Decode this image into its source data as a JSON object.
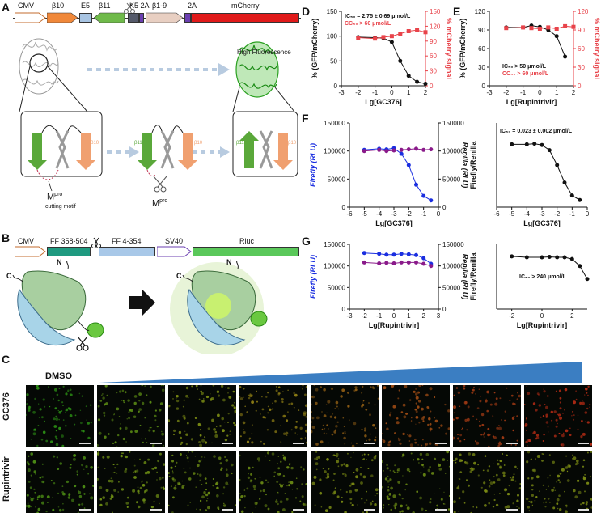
{
  "panels": {
    "A": "A",
    "B": "B",
    "C": "C",
    "D": "D",
    "E": "E",
    "F": "F",
    "G": "G"
  },
  "construct_a": {
    "cmv": "CMV",
    "b10": "β10",
    "e5": "E5",
    "b11": "β11",
    "k5_2a": "K5 2A",
    "b1_9": "β1-9",
    "twoA": "2A",
    "mcherry": "mCherry"
  },
  "panel_a": {
    "high_fluorescence": "High Fluorescence",
    "mpro": "M",
    "mpro_sup": "pro",
    "cutting_motif": "cutting motif",
    "b11_label": "β11",
    "b10_label": "β10"
  },
  "construct_b": {
    "cmv": "CMV",
    "ff1": "FF 358-504",
    "ff2": "FF 4-354",
    "sv40": "SV40",
    "rluc": "Rluc"
  },
  "panel_b": {
    "n": "N",
    "c": "C"
  },
  "panel_c": {
    "dmso": "DMSO",
    "row1": "GC376",
    "row2": "Rupintrivir",
    "row1_colors": [
      "#2a8a14",
      "#5a8a14",
      "#7a8a14",
      "#8a7a14",
      "#8a5a14",
      "#9a4a14",
      "#a03a14",
      "#b02a14"
    ],
    "row2_colors": [
      "#4a8a14",
      "#6a8a14",
      "#6a8a14",
      "#6a8a14",
      "#7a8a14",
      "#6a8a14",
      "#7a8a14",
      "#7a8a14"
    ]
  },
  "chart_data": [
    {
      "id": "D",
      "type": "scatter",
      "xlabel": "Lg[GC376]",
      "ylabel": "% (GFP/mCherry)",
      "y2label": "% mCherry signal",
      "xlim": [
        -3,
        2
      ],
      "ylim": [
        0,
        150
      ],
      "y2lim": [
        0,
        150
      ],
      "xticks": [
        -3,
        -2,
        -1,
        0,
        1,
        2
      ],
      "yticks": [
        0,
        50,
        100,
        150
      ],
      "y2ticks": [
        0,
        30,
        60,
        90,
        120,
        150
      ],
      "annotation1": "IC₅₀ = 2.75 ± 0.69 μmol/L",
      "annotation2": "CC₅₀ > 60 μmol/L",
      "series": [
        {
          "color": "#111111",
          "x": [
            -2,
            -1,
            -0.5,
            0,
            0.5,
            1,
            1.5,
            2
          ],
          "y": [
            98,
            97,
            96,
            88,
            50,
            20,
            8,
            4
          ]
        },
        {
          "color": "#e8434a",
          "x": [
            -2,
            -1,
            -0.5,
            0,
            0.5,
            1,
            1.5,
            2
          ],
          "y": [
            97,
            95,
            98,
            100,
            105,
            110,
            112,
            108
          ]
        }
      ]
    },
    {
      "id": "E",
      "type": "scatter",
      "xlabel": "Lg[Rupintrivir]",
      "ylabel": "% (GFP/mCherry)",
      "y2label": "% mCherry signal",
      "xlim": [
        -3,
        2
      ],
      "ylim": [
        0,
        120
      ],
      "y2lim": [
        0,
        120
      ],
      "xticks": [
        -3,
        -2,
        -1,
        0,
        1,
        2
      ],
      "yticks": [
        0,
        30,
        60,
        90,
        120
      ],
      "y2ticks": [
        0,
        30,
        60,
        90,
        120
      ],
      "annotation1": "IC₅₀ > 50 μmol/L",
      "annotation2": "CC₅₀ > 60 μmol/L",
      "series": [
        {
          "color": "#111111",
          "x": [
            -2,
            -1,
            -0.5,
            0,
            0.5,
            1,
            1.5
          ],
          "y": [
            94,
            94,
            97,
            95,
            90,
            80,
            47
          ]
        },
        {
          "color": "#e8434a",
          "x": [
            -2,
            -1,
            -0.5,
            0,
            0.5,
            1,
            1.5,
            2
          ],
          "y": [
            93,
            94,
            93,
            92,
            94,
            92,
            96,
            95
          ]
        }
      ]
    },
    {
      "id": "F1",
      "type": "line",
      "xlabel": "Lg[GC376]",
      "ylabel": "Firefly (RLU)",
      "y2label": "Renilla (RLU)",
      "xlim": [
        -6,
        0
      ],
      "ylim": [
        0,
        150000
      ],
      "y2lim": [
        0,
        150000
      ],
      "xticks": [
        -6,
        -5,
        -4,
        -3,
        -2,
        -1,
        0
      ],
      "yticks": [
        0,
        50000,
        100000,
        150000
      ],
      "y2ticks": [
        0,
        50000,
        100000,
        150000
      ],
      "ytick_labels": [
        "0",
        "50000",
        "100000",
        "150000"
      ],
      "series": [
        {
          "color": "#1a2ee0",
          "x": [
            -5,
            -4,
            -3.5,
            -3,
            -2.5,
            -2,
            -1.5,
            -1,
            -0.5
          ],
          "y": [
            102000,
            104000,
            103000,
            105000,
            95000,
            75000,
            40000,
            20000,
            12000
          ]
        },
        {
          "color": "#8a1a8a",
          "x": [
            -5,
            -4,
            -3.5,
            -3,
            -2.5,
            -2,
            -1.5,
            -1,
            -0.5
          ],
          "y": [
            100000,
            102000,
            100000,
            101000,
            102000,
            103000,
            104000,
            102000,
            103000
          ]
        }
      ]
    },
    {
      "id": "F2",
      "type": "line",
      "xlabel": "Lg[GC376]",
      "ylabel": "Firefly/Renilla",
      "xlim": [
        -6,
        0
      ],
      "ylim": [
        0,
        1.3
      ],
      "xticks": [
        -6,
        -5,
        -4,
        -3,
        -2,
        -1,
        0
      ],
      "annotation1": "IC₅₀ = 0.023 ± 0.002 μmol/L",
      "series": [
        {
          "color": "#111111",
          "x": [
            -5,
            -4,
            -3.5,
            -3,
            -2.5,
            -2,
            -1.5,
            -1,
            -0.5
          ],
          "y": [
            0.97,
            0.97,
            0.98,
            0.96,
            0.88,
            0.65,
            0.38,
            0.18,
            0.11
          ]
        }
      ]
    },
    {
      "id": "G1",
      "type": "line",
      "xlabel": "Lg[Rupintrivir]",
      "ylabel": "Firefly (RLU)",
      "y2label": "Renilla (RLU)",
      "xlim": [
        -3,
        3
      ],
      "ylim": [
        0,
        150000
      ],
      "y2lim": [
        0,
        150000
      ],
      "xticks": [
        -3,
        -2,
        -1,
        0,
        1,
        2,
        3
      ],
      "yticks": [
        0,
        50000,
        100000,
        150000
      ],
      "y2ticks": [
        0,
        50000,
        100000,
        150000
      ],
      "ytick_labels": [
        "0",
        "50000",
        "100000",
        "150000"
      ],
      "series": [
        {
          "color": "#1a2ee0",
          "x": [
            -2,
            -1,
            -0.5,
            0,
            0.5,
            1,
            1.5,
            2,
            2.5
          ],
          "y": [
            130000,
            128000,
            126000,
            126000,
            128000,
            127000,
            125000,
            118000,
            105000
          ]
        },
        {
          "color": "#8a1a8a",
          "x": [
            -2,
            -1,
            -0.5,
            0,
            0.5,
            1,
            1.5,
            2,
            2.5
          ],
          "y": [
            108000,
            106000,
            107000,
            106000,
            108000,
            108000,
            108000,
            105000,
            100000
          ]
        }
      ]
    },
    {
      "id": "G2",
      "type": "line",
      "xlabel": "Lg[Rupintrivir]",
      "ylabel": "Firefly/Renilla",
      "xlim": [
        -3,
        3
      ],
      "ylim": [
        0,
        1.5
      ],
      "xticks": [
        -2,
        0,
        2
      ],
      "annotation1": "IC₅₀ > 240 μmol/L",
      "series": [
        {
          "color": "#111111",
          "x": [
            -2,
            -1,
            0,
            0.5,
            1,
            1.5,
            2,
            2.5,
            3
          ],
          "y": [
            1.22,
            1.2,
            1.2,
            1.21,
            1.2,
            1.2,
            1.16,
            1.0,
            0.7
          ]
        }
      ]
    }
  ]
}
